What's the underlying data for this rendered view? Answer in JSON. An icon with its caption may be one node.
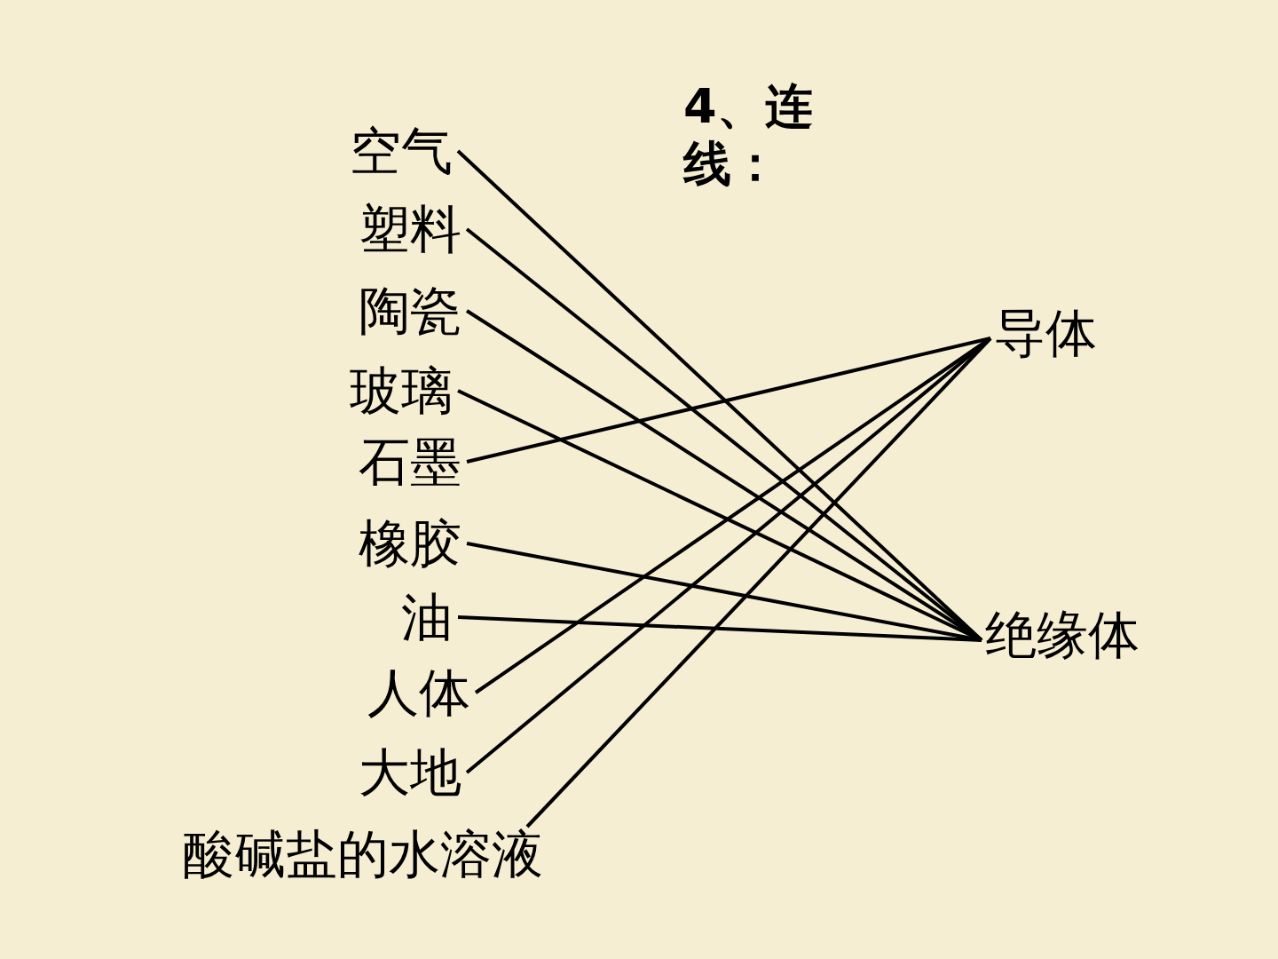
{
  "diagram": {
    "title": "4、连线：",
    "nodes": [
      {
        "text": [
          "空气"
        ]
      },
      {
        "text": [
          "塑料"
        ]
      },
      {
        "text": [
          "陶瓷"
        ]
      },
      {
        "text": [
          "玻璃"
        ]
      },
      {
        "text": [
          "石墨"
        ]
      },
      {
        "text": [
          "橡胶"
        ]
      },
      {
        "text": [
          "油"
        ]
      },
      {
        "text": [
          "人体"
        ]
      },
      {
        "text": [
          "大地"
        ]
      },
      {
        "text": [
          "酸碱盐的水溶液"
        ]
      },
      {
        "text": [
          "导体"
        ]
      },
      {
        "text": [
          "绝缘体"
        ]
      }
    ],
    "edges": [
      {
        "from": 0,
        "to": 11,
        "arrow": "none"
      },
      {
        "from": 1,
        "to": 11,
        "arrow": "none"
      },
      {
        "from": 2,
        "to": 11,
        "arrow": "none"
      },
      {
        "from": 3,
        "to": 11,
        "arrow": "none"
      },
      {
        "from": 4,
        "to": 10,
        "arrow": "none"
      },
      {
        "from": 5,
        "to": 11,
        "arrow": "none"
      },
      {
        "from": 6,
        "to": 11,
        "arrow": "none"
      },
      {
        "from": 7,
        "to": 10,
        "arrow": "none"
      },
      {
        "from": 8,
        "to": 10,
        "arrow": "none"
      },
      {
        "from": 9,
        "to": 10,
        "arrow": "none"
      }
    ]
  }
}
